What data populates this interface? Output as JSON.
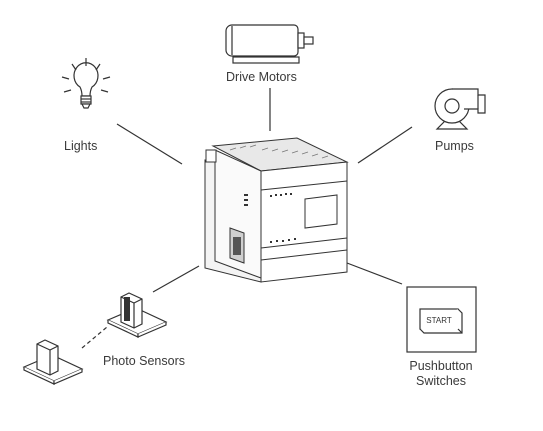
{
  "nodes": {
    "drive_motors": {
      "label": "Drive Motors"
    },
    "lights": {
      "label": "Lights"
    },
    "pumps": {
      "label": "Pumps"
    },
    "photo_sensors": {
      "label": "Photo Sensors"
    },
    "pushbutton_switches": {
      "label_line1": "Pushbutton",
      "label_line2": "Switches",
      "button_text": "START"
    }
  },
  "center": {
    "name": "PLC controller"
  },
  "colors": {
    "line": "#333333",
    "fill": "#ffffff",
    "shade": "#cfcfcf"
  }
}
